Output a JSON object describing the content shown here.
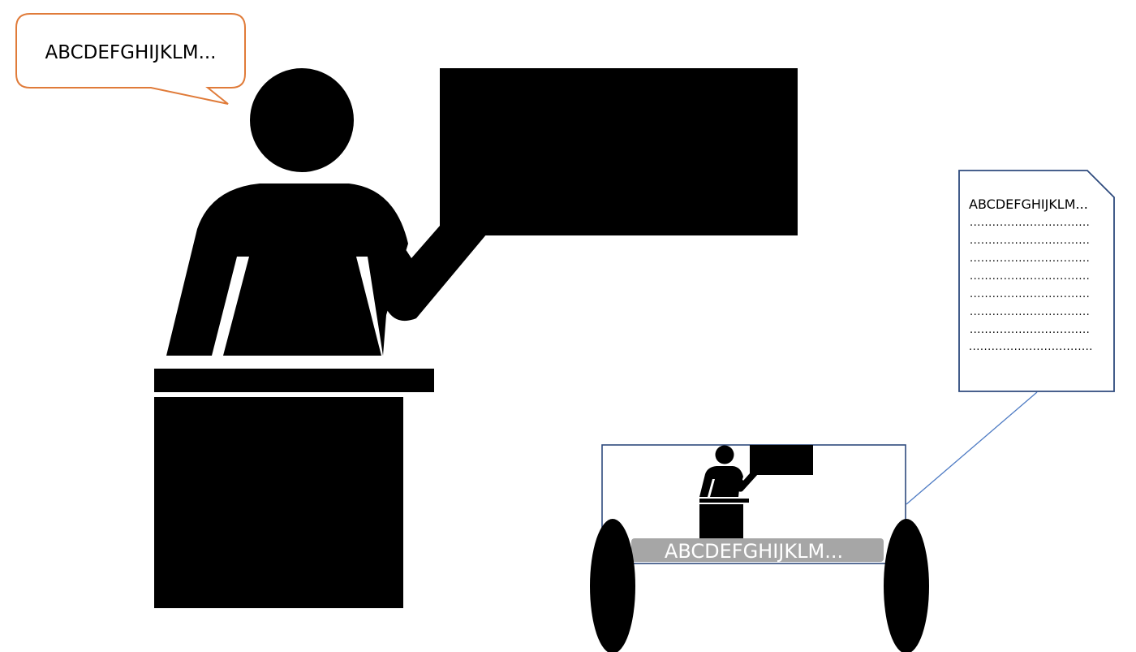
{
  "speech_bubble": {
    "text": "ABCDEFGHIJKLM..."
  },
  "document_note": {
    "title": "ABCDEFGHIJKLM...",
    "lines": [
      "................................",
      "................................",
      "................................",
      "................................",
      "................................",
      "................................",
      "................................",
      "................................."
    ]
  },
  "screen_panel": {
    "caption": "ABCDEFGHIJKLM..."
  },
  "colors": {
    "bubble_border": "#e07b39",
    "panel_border": "#2e4a7d",
    "connector_line": "#4f7cc4",
    "caption_bar": "#a6a6a6",
    "silhouette": "#000000"
  }
}
